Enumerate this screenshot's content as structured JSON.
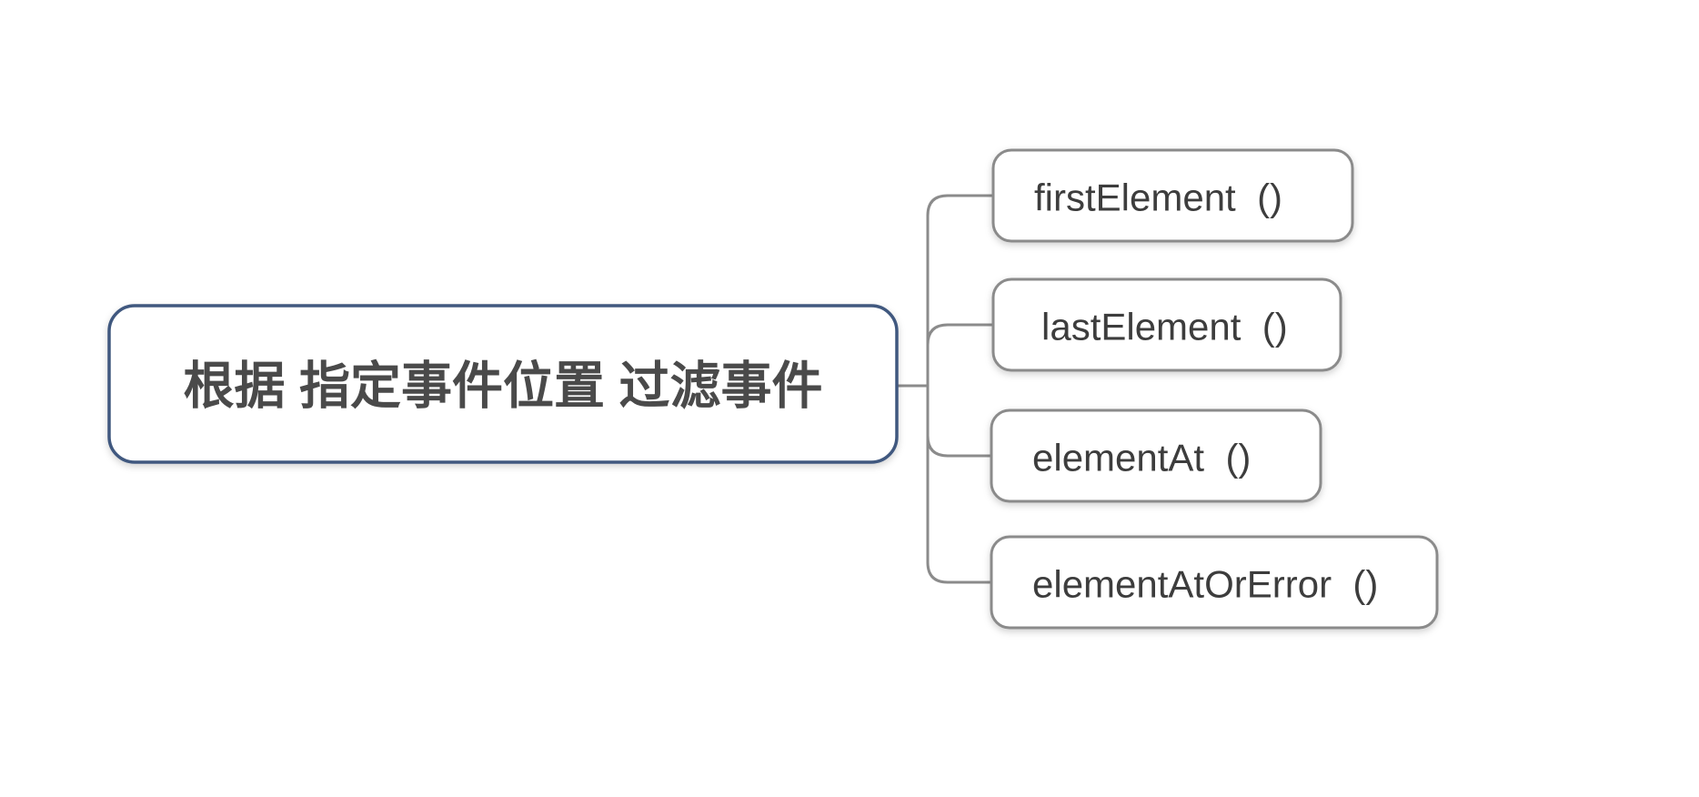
{
  "mindmap": {
    "root": {
      "label": "根据 指定事件位置 过滤事件"
    },
    "children": [
      {
        "label": "firstElement  ()"
      },
      {
        "label": "lastElement  ()"
      },
      {
        "label": "elementAt  ()"
      },
      {
        "label": "elementAtOrError  ()"
      }
    ]
  },
  "colors": {
    "background": "#ffffff",
    "root_border": "#41597f",
    "root_text": "#4a4a4a",
    "child_border": "#8b8b8b",
    "child_text": "#3d3d3d",
    "connector": "#8b8b8b"
  }
}
